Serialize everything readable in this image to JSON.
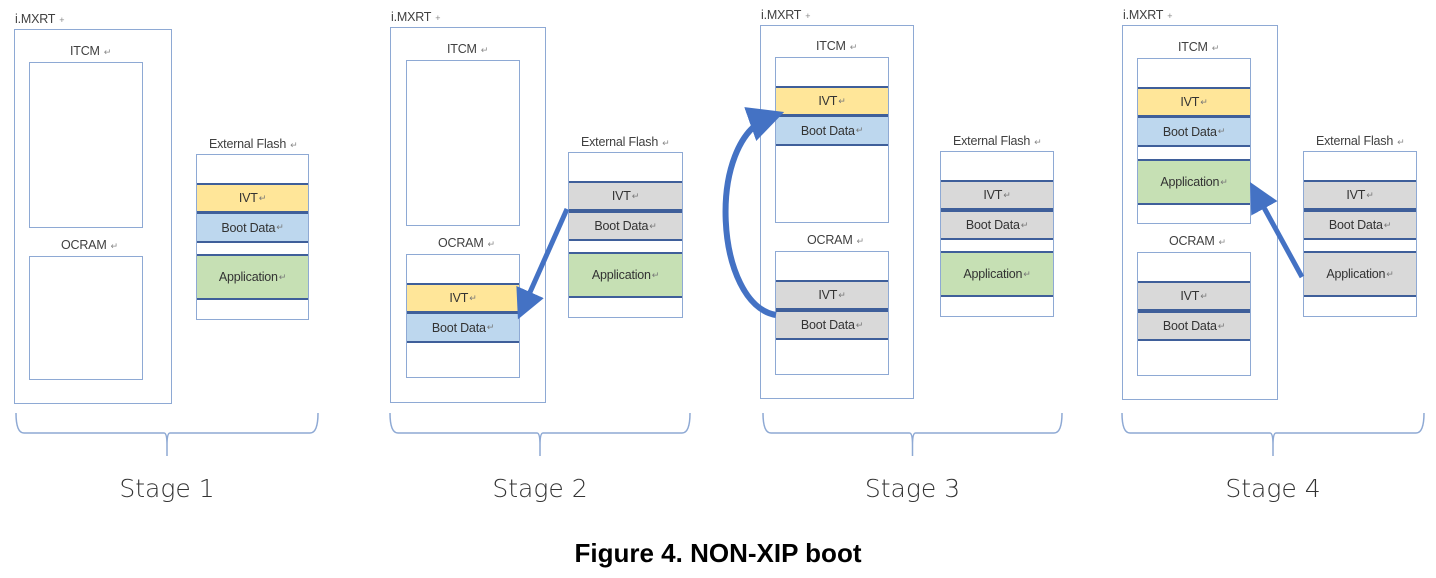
{
  "figure": {
    "caption": "Figure 4.  NON-XIP boot",
    "colors": {
      "ivt": "#ffe699",
      "boot_data": "#bdd7ee",
      "application": "#c6e0b4",
      "inactive": "#d9d9d9",
      "outline": "#8ea9d4",
      "arrow": "#4472c4"
    },
    "labels": {
      "chip": "i.MXRT",
      "itcm": "ITCM",
      "ocram": "OCRAM",
      "flash": "External Flash",
      "ivt": "IVT",
      "boot_data": "Boot Data",
      "application": "Application",
      "para_mark": "↵",
      "chip_mark": "+"
    },
    "stages": [
      {
        "label": "Stage 1",
        "itcm": [],
        "ocram": [],
        "flash": [
          {
            "name": "IVT",
            "state": "ivt"
          },
          {
            "name": "Boot Data",
            "state": "boot"
          },
          {
            "name": "Application",
            "state": "app"
          }
        ],
        "arrow": null
      },
      {
        "label": "Stage 2",
        "itcm": [],
        "ocram": [
          {
            "name": "IVT",
            "state": "ivt"
          },
          {
            "name": "Boot Data",
            "state": "boot"
          }
        ],
        "flash": [
          {
            "name": "IVT",
            "state": "grey"
          },
          {
            "name": "Boot Data",
            "state": "grey"
          },
          {
            "name": "Application",
            "state": "app"
          }
        ],
        "arrow": "flash IVT/Boot Data → OCRAM"
      },
      {
        "label": "Stage 3",
        "itcm": [
          {
            "name": "IVT",
            "state": "ivt"
          },
          {
            "name": "Boot Data",
            "state": "boot"
          }
        ],
        "ocram": [
          {
            "name": "IVT",
            "state": "grey"
          },
          {
            "name": "Boot Data",
            "state": "grey"
          }
        ],
        "flash": [
          {
            "name": "IVT",
            "state": "grey"
          },
          {
            "name": "Boot Data",
            "state": "grey"
          },
          {
            "name": "Application",
            "state": "app"
          }
        ],
        "arrow": "OCRAM IVT/Boot Data → ITCM"
      },
      {
        "label": "Stage 4",
        "itcm": [
          {
            "name": "IVT",
            "state": "ivt"
          },
          {
            "name": "Boot Data",
            "state": "boot"
          },
          {
            "name": "Application",
            "state": "app"
          }
        ],
        "ocram": [
          {
            "name": "IVT",
            "state": "grey"
          },
          {
            "name": "Boot Data",
            "state": "grey"
          }
        ],
        "flash": [
          {
            "name": "IVT",
            "state": "grey"
          },
          {
            "name": "Boot Data",
            "state": "grey"
          },
          {
            "name": "Application",
            "state": "grey"
          }
        ],
        "arrow": "flash Application → ITCM"
      }
    ]
  }
}
